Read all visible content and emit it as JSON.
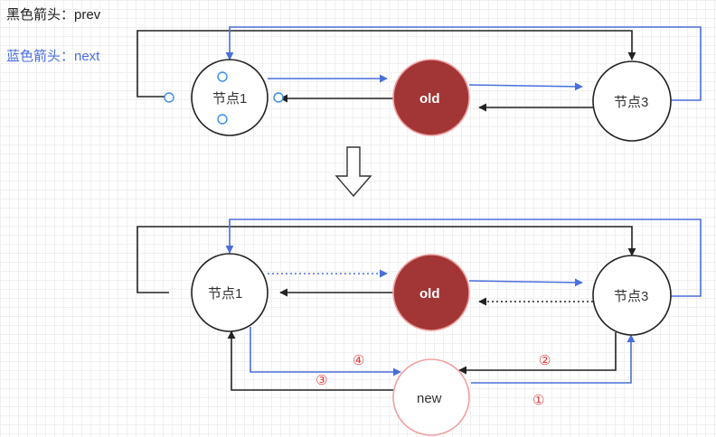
{
  "legend": {
    "prev_label": "黑色箭头：prev",
    "next_label": "蓝色箭头：next"
  },
  "colors": {
    "prev_arrow": "#222222",
    "next_arrow": "#4a6fdc",
    "old_fill": "#a23535",
    "old_stroke": "#f0a0a0",
    "new_stroke": "#f0a0a0",
    "step_label": "#e04040"
  },
  "top_diagram": {
    "node1": "节点1",
    "old": "old",
    "node3": "节点3"
  },
  "transition_arrow": "down-arrow",
  "bottom_diagram": {
    "node1": "节点1",
    "old": "old",
    "node3": "节点3",
    "new": "new",
    "steps": [
      "①",
      "②",
      "③",
      "④"
    ]
  }
}
